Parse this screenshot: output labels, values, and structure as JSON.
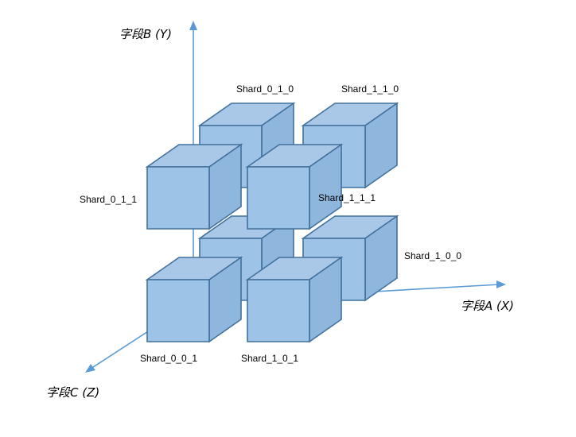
{
  "axes": {
    "x_label": "字段A (X)",
    "y_label": "字段B (Y)",
    "z_label": "字段C (Z)"
  },
  "shards": {
    "s010": "Shard_0_1_0",
    "s110": "Shard_1_1_0",
    "s011": "Shard_0_1_1",
    "s111": "Shard_1_1_1",
    "s100": "Shard_1_0_0",
    "s001": "Shard_0_0_1",
    "s101": "Shard_1_0_1"
  },
  "colors": {
    "axis": "#5b9bd5",
    "cube_fill": "#9dc3e6",
    "cube_stroke": "#41719c"
  }
}
